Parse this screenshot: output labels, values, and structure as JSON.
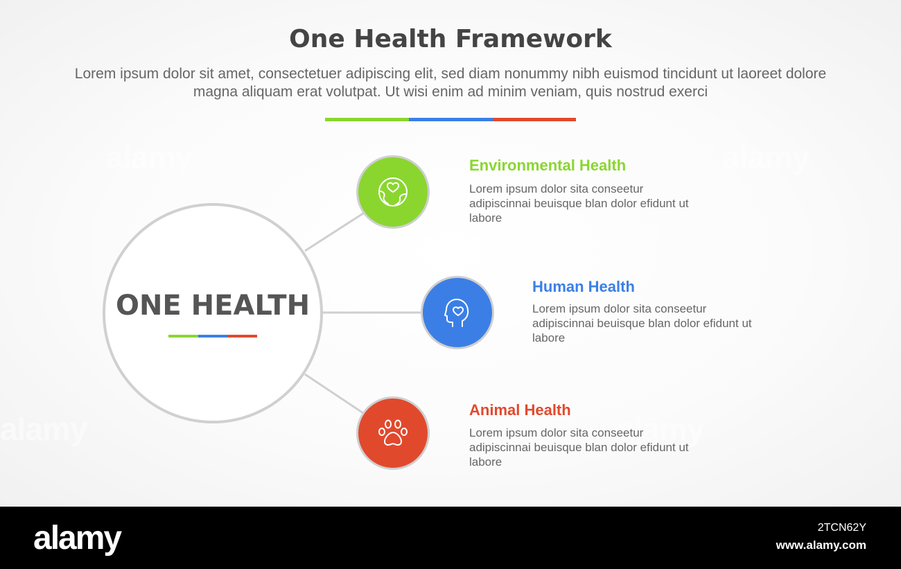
{
  "title": "One Health Framework",
  "subtitle": "Lorem ipsum dolor sit amet, consectetuer adipiscing elit, sed diam nonummy nibh euismod tincidunt ut laoreet dolore magna aliquam erat volutpat. Ut wisi enim ad minim veniam, quis nostrud exerci",
  "colors": {
    "green": "#8ad62f",
    "blue": "#3b7fe6",
    "red": "#e1492d",
    "ring": "#cfcfcf"
  },
  "center": {
    "label": "ONE HEALTH"
  },
  "items": [
    {
      "title": "Environmental Health",
      "description": "Lorem ipsum dolor sita conseetur adipiscinnai beuisque blan dolor efidunt ut labore",
      "icon": "earth-heart-icon",
      "color": "#8ad62f"
    },
    {
      "title": "Human Health",
      "description": "Lorem ipsum dolor sita conseetur adipiscinnai beuisque blan dolor efidunt ut labore",
      "icon": "head-heart-icon",
      "color": "#3b7fe6"
    },
    {
      "title": "Animal Health",
      "description": "Lorem ipsum dolor sita conseetur adipiscinnai beuisque blan dolor efidunt ut labore",
      "icon": "paw-icon",
      "color": "#e1492d"
    }
  ],
  "watermark": {
    "text": "alamy"
  },
  "footer": {
    "logo": "alamy",
    "image_id": "2TCN62Y",
    "url": "www.alamy.com"
  }
}
